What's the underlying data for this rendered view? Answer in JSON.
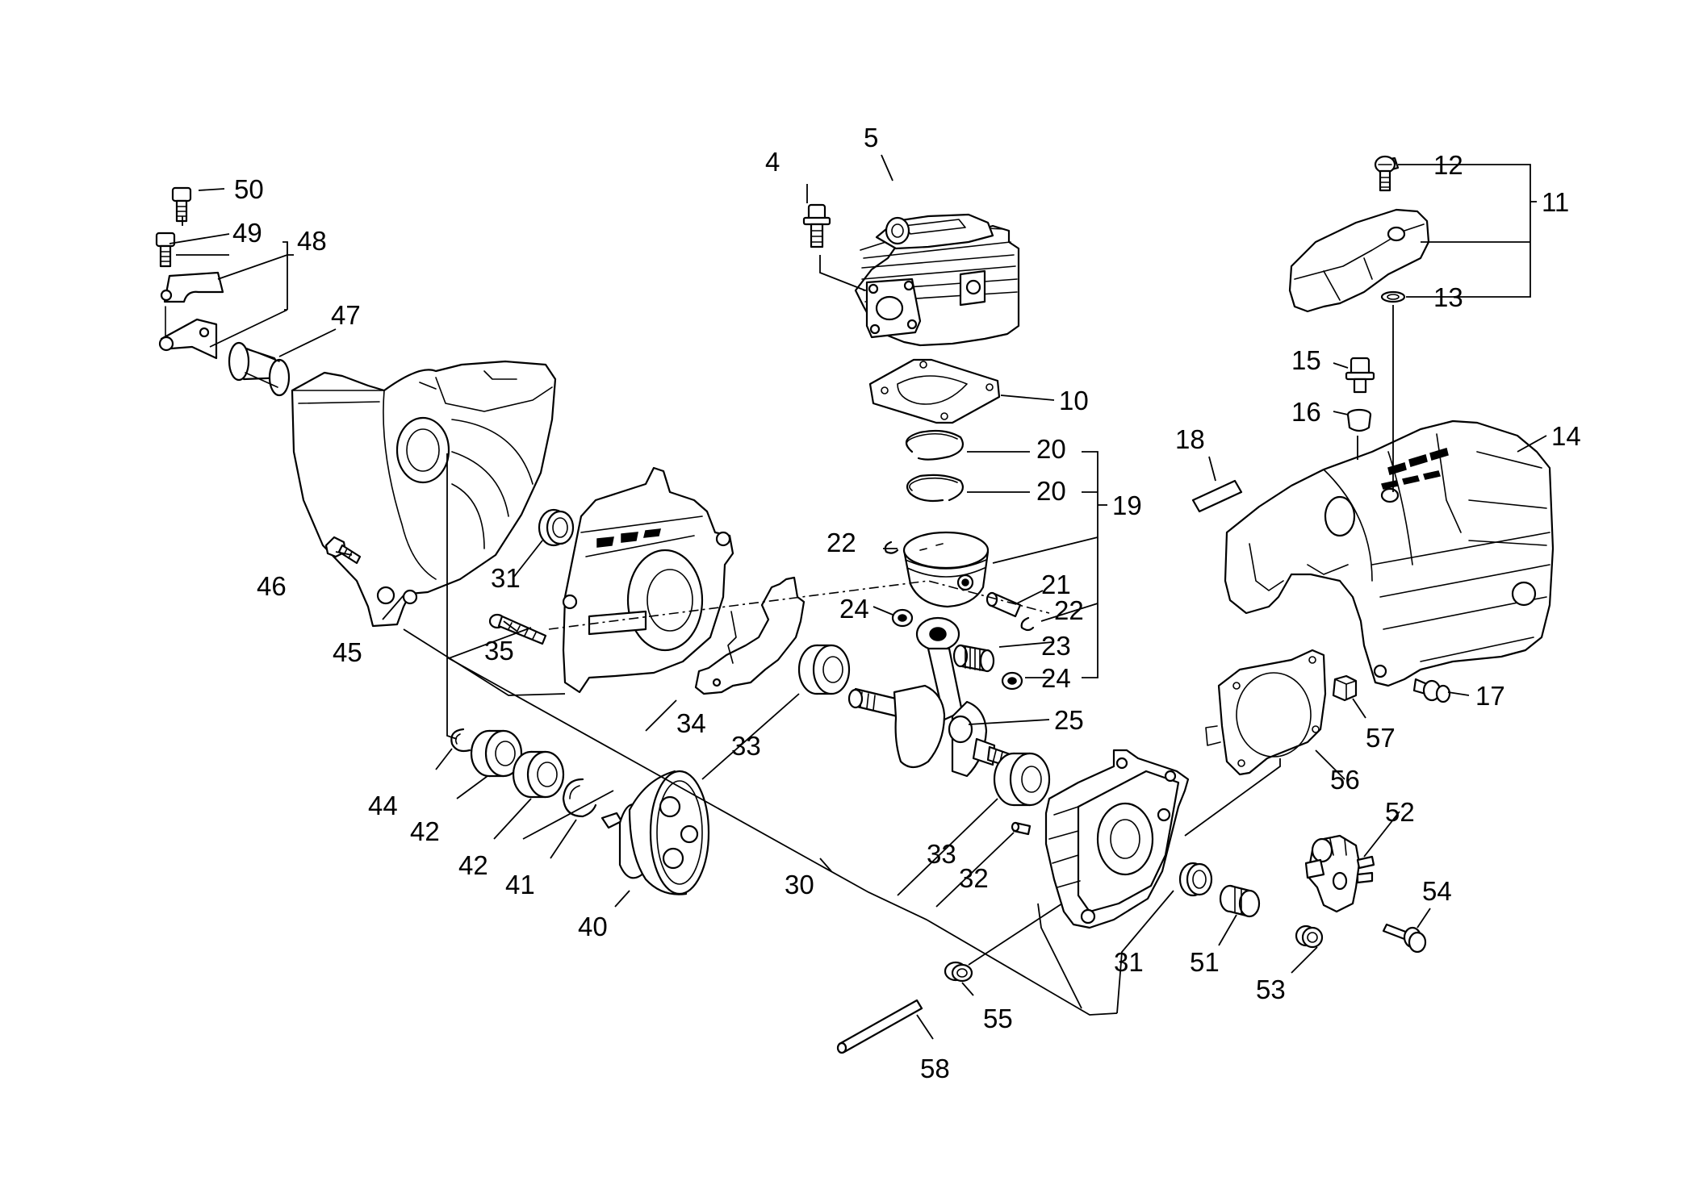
{
  "callouts": [
    {
      "id": "c4",
      "text": "4"
    },
    {
      "id": "c5",
      "text": "5"
    },
    {
      "id": "c10",
      "text": "10"
    },
    {
      "id": "c11",
      "text": "11"
    },
    {
      "id": "c12",
      "text": "12"
    },
    {
      "id": "c13",
      "text": "13"
    },
    {
      "id": "c14",
      "text": "14"
    },
    {
      "id": "c15",
      "text": "15"
    },
    {
      "id": "c16",
      "text": "16"
    },
    {
      "id": "c17",
      "text": "17"
    },
    {
      "id": "c18",
      "text": "18"
    },
    {
      "id": "c19",
      "text": "19"
    },
    {
      "id": "c20a",
      "text": "20"
    },
    {
      "id": "c20b",
      "text": "20"
    },
    {
      "id": "c21",
      "text": "21"
    },
    {
      "id": "c22a",
      "text": "22"
    },
    {
      "id": "c22b",
      "text": "22"
    },
    {
      "id": "c23",
      "text": "23"
    },
    {
      "id": "c24a",
      "text": "24"
    },
    {
      "id": "c24b",
      "text": "24"
    },
    {
      "id": "c25",
      "text": "25"
    },
    {
      "id": "c30",
      "text": "30"
    },
    {
      "id": "c31a",
      "text": "31"
    },
    {
      "id": "c31b",
      "text": "31"
    },
    {
      "id": "c32",
      "text": "32"
    },
    {
      "id": "c33a",
      "text": "33"
    },
    {
      "id": "c33b",
      "text": "33"
    },
    {
      "id": "c34",
      "text": "34"
    },
    {
      "id": "c35",
      "text": "35"
    },
    {
      "id": "c40",
      "text": "40"
    },
    {
      "id": "c41",
      "text": "41"
    },
    {
      "id": "c42a",
      "text": "42"
    },
    {
      "id": "c42b",
      "text": "42"
    },
    {
      "id": "c44",
      "text": "44"
    },
    {
      "id": "c45",
      "text": "45"
    },
    {
      "id": "c46",
      "text": "46"
    },
    {
      "id": "c47",
      "text": "47"
    },
    {
      "id": "c48",
      "text": "48"
    },
    {
      "id": "c49",
      "text": "49"
    },
    {
      "id": "c50",
      "text": "50"
    },
    {
      "id": "c51",
      "text": "51"
    },
    {
      "id": "c52",
      "text": "52"
    },
    {
      "id": "c53",
      "text": "53"
    },
    {
      "id": "c54",
      "text": "54"
    },
    {
      "id": "c55",
      "text": "55"
    },
    {
      "id": "c56",
      "text": "56"
    },
    {
      "id": "c57",
      "text": "57"
    },
    {
      "id": "c58",
      "text": "58"
    }
  ]
}
